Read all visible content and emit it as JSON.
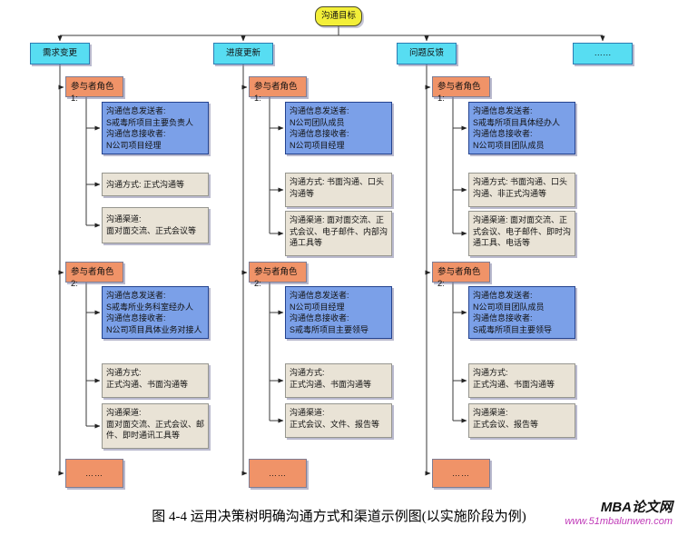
{
  "root": {
    "label": "沟通目标"
  },
  "branches": [
    {
      "label": "需求变更",
      "more": "……",
      "roles": [
        {
          "label": "参与者角色1:",
          "info": "沟通信息发送者:\nS戒毒所项目主要负责人\n沟通信息接收者:\nN公司项目经理",
          "method": "沟通方式: 正式沟通等",
          "channel": "沟通渠道:\n面对面交流、正式会议等"
        },
        {
          "label": "参与者角色2:",
          "info": "沟通信息发送者:\nS戒毒所业务科室经办人\n沟通信息接收者:\nN公司项目具体业务对接人",
          "method": "沟通方式:\n正式沟通、书面沟通等",
          "channel": "沟通渠道:\n面对面交流、正式会议、邮件、即时通讯工具等"
        }
      ]
    },
    {
      "label": "进度更新",
      "more": "……",
      "roles": [
        {
          "label": "参与者角色1:",
          "info": "沟通信息发送者:\nN公司团队成员\n沟通信息接收者:\nN公司项目经理",
          "method": "沟通方式: 书面沟通、口头沟通等",
          "channel": "沟通渠道: 面对面交流、正式会议、电子邮件、内部沟通工具等"
        },
        {
          "label": "参与者角色2:",
          "info": "沟通信息发送者:\nN公司项目经理\n沟通信息接收者:\nS戒毒所项目主要领导",
          "method": "沟通方式:\n正式沟通、书面沟通等",
          "channel": "沟通渠道:\n正式会议、文件、报告等"
        }
      ]
    },
    {
      "label": "问题反馈",
      "more": "……",
      "roles": [
        {
          "label": "参与者角色1:",
          "info": "沟通信息发送者:\nS戒毒所项目具体经办人\n沟通信息接收者:\nN公司项目团队成员",
          "method": "沟通方式: 书面沟通、口头沟通、非正式沟通等",
          "channel": "沟通渠道: 面对面交流、正式会议、电子邮件、即时沟通工具、电话等"
        },
        {
          "label": "参与者角色2:",
          "info": "沟通信息发送者:\nN公司项目团队成员\n沟通信息接收者:\nS戒毒所项目主要领导",
          "method": "沟通方式:\n正式沟通、书面沟通等",
          "channel": "沟通渠道:\n正式会议、报告等"
        }
      ]
    },
    {
      "label": "……"
    }
  ],
  "caption": "图 4-4 运用决策树明确沟通方式和渠道示例图(以实施阶段为例)",
  "watermark": {
    "site": "MBA论文网",
    "url": "www.51mbalunwen.com"
  },
  "colors": {
    "goal": "#f3ef39",
    "branch": "#57ddf2",
    "role": "#f09368",
    "info": "#7ba0e8",
    "detail": "#e9e3d6",
    "url": "#c03ab8"
  }
}
